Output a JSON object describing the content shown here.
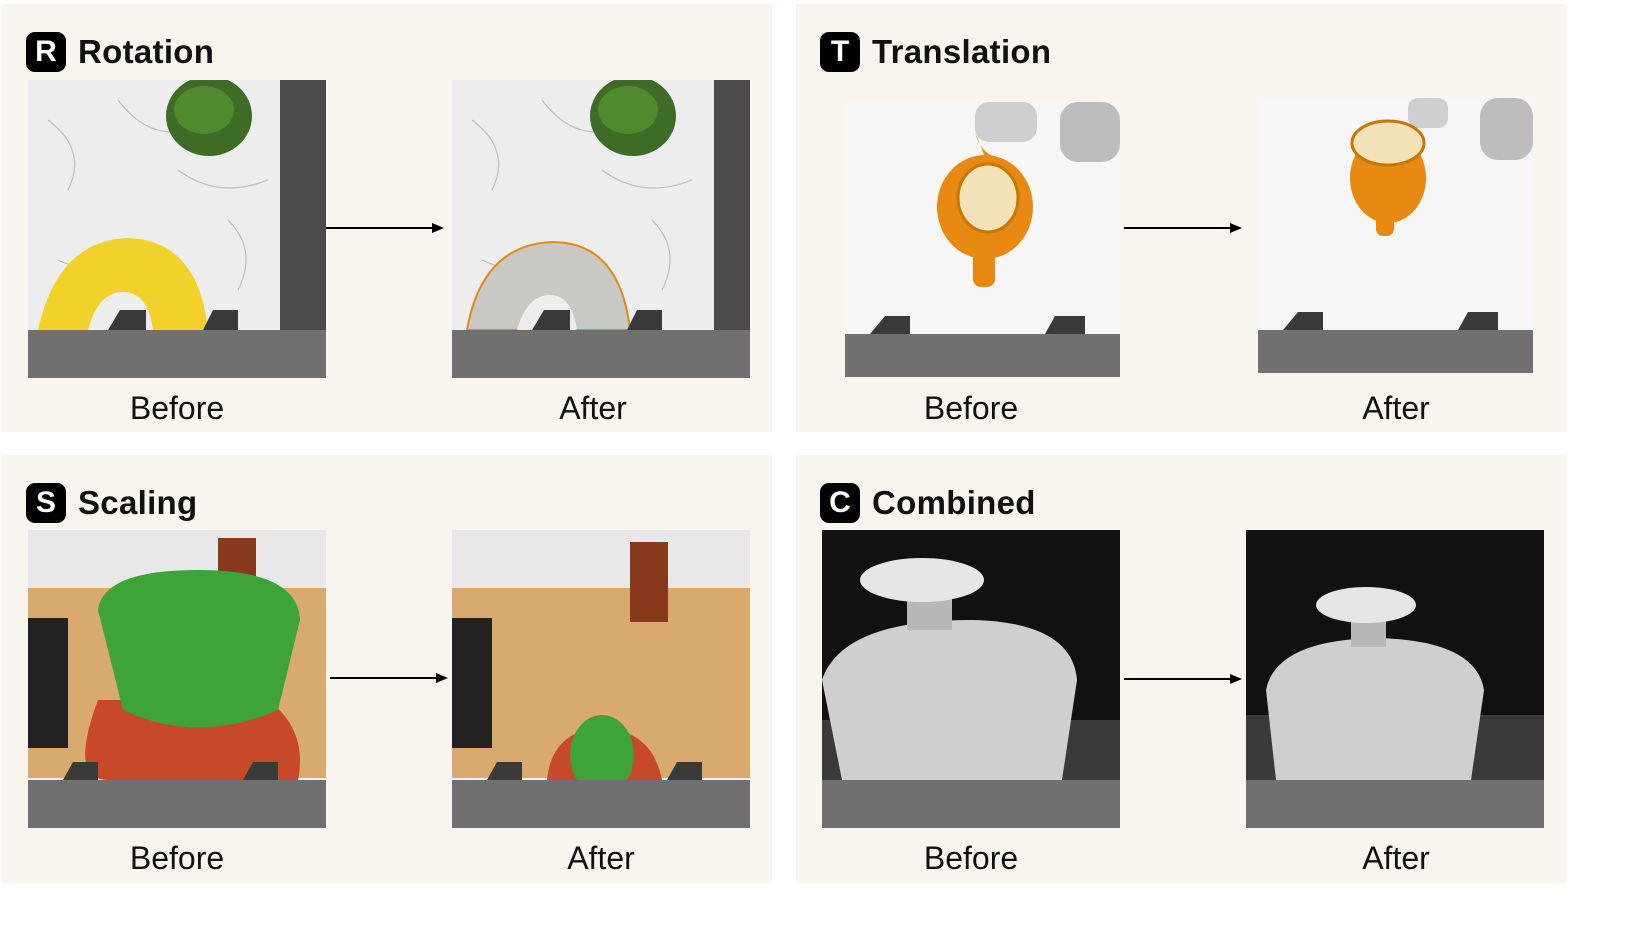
{
  "panels": {
    "rotation": {
      "badge": "R",
      "title": "Rotation",
      "before": "Before",
      "after": "After"
    },
    "translation": {
      "badge": "T",
      "title": "Translation",
      "before": "Before",
      "after": "After"
    },
    "scaling": {
      "badge": "S",
      "title": "Scaling",
      "before": "Before",
      "after": "After"
    },
    "combined": {
      "badge": "C",
      "title": "Combined",
      "before": "Before",
      "after": "After"
    }
  },
  "colors": {
    "panel_bg": "#f8f5ee",
    "gripper_gray": "#707070",
    "banana_yellow": "#f2d22a",
    "object_orange": "#e88a12",
    "object_green": "#3ea43a",
    "plate_red": "#c8482a",
    "wood": "#d9aa6e",
    "marble": "#eeeeee"
  }
}
